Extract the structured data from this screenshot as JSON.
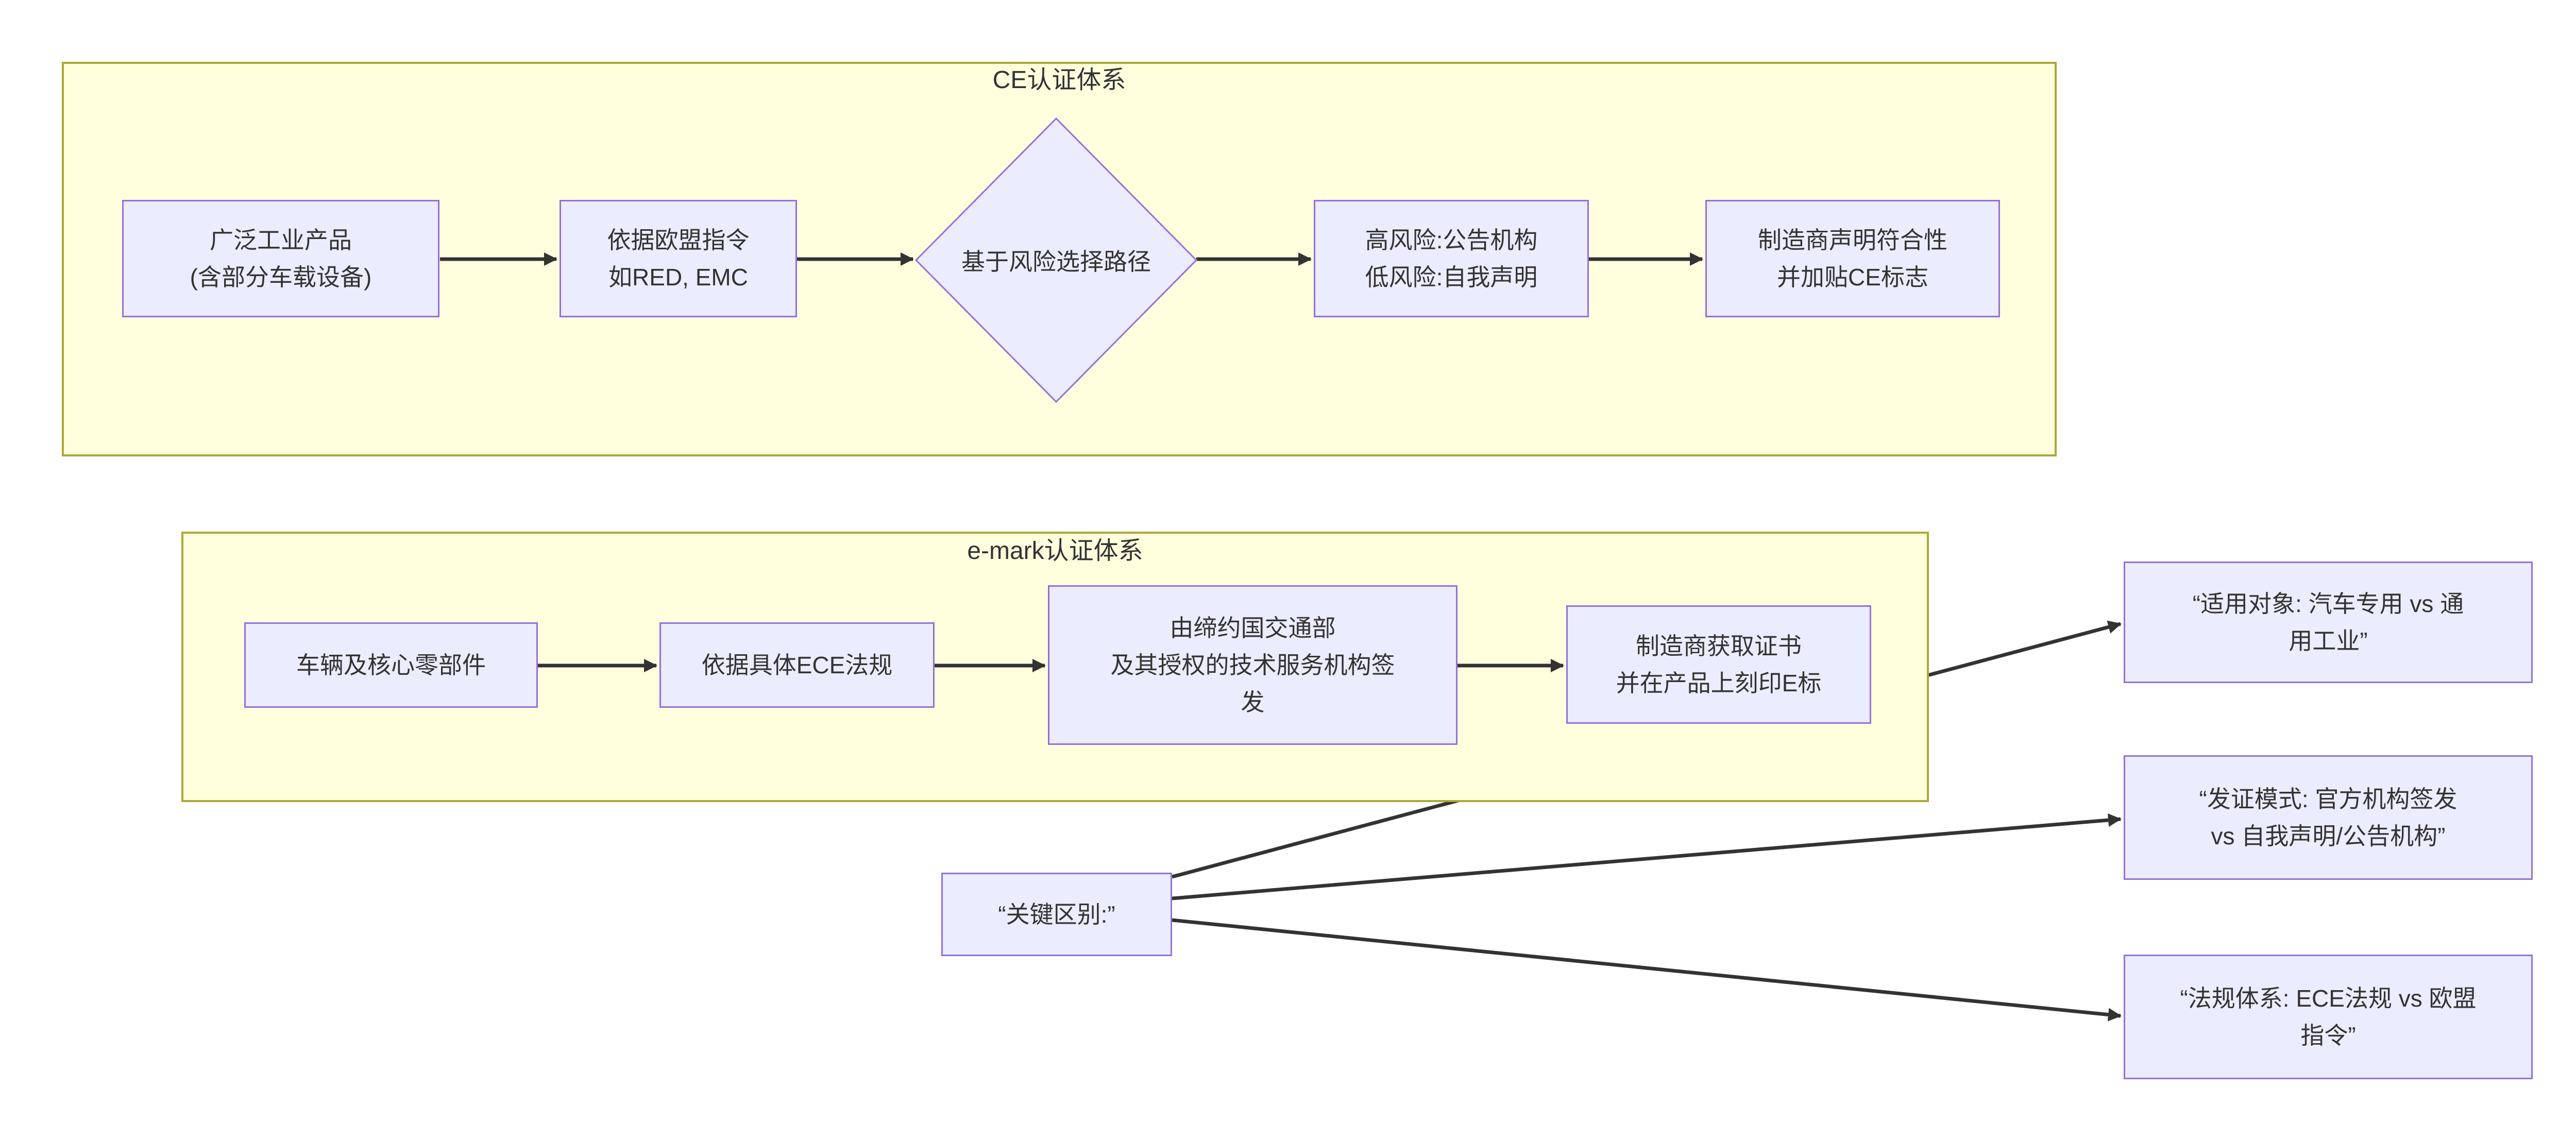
{
  "diagram": {
    "clusters": {
      "ce": {
        "title": "CE认证体系"
      },
      "emark": {
        "title": "e-mark认证体系"
      }
    },
    "nodes": {
      "broad_industrial": {
        "lines": [
          "广泛工业产品",
          "(含部分车载设备)"
        ]
      },
      "eu_directives": {
        "lines": [
          "依据欧盟指令",
          "如RED, EMC"
        ]
      },
      "risk_decision": {
        "lines": [
          "基于风险选择路径"
        ]
      },
      "high_low_risk": {
        "lines": [
          "高风险:公告机构",
          "低风险:自我声明"
        ]
      },
      "ce_marking": {
        "lines": [
          "制造商声明符合性",
          "并加贴CE标志"
        ]
      },
      "vehicle_parts": {
        "lines": [
          "车辆及核心零部件"
        ]
      },
      "ece_regulation": {
        "lines": [
          "依据具体ECE法规"
        ]
      },
      "issuing_authority": {
        "lines": [
          "由缔约国交通部",
          "及其授权的技术服务机构签",
          "发"
        ]
      },
      "certificate_emark": {
        "lines": [
          "制造商获取证书",
          "并在产品上刻印E标"
        ]
      },
      "key_differences": {
        "lines": [
          "“关键区别:”"
        ]
      },
      "diff_scope": {
        "lines": [
          "“适用对象: 汽车专用 vs 通",
          "用工业”"
        ]
      },
      "diff_issuing_mode": {
        "lines": [
          "“发证模式: 官方机构签发",
          "vs 自我声明/公告机构”"
        ]
      },
      "diff_regulation_system": {
        "lines": [
          "“法规体系: ECE法规 vs 欧盟",
          "指令”"
        ]
      }
    },
    "colors": {
      "node_fill": "#ECECFF",
      "node_border": "#9370DB",
      "cluster_fill": "#FFFFDE",
      "cluster_border": "#AAAA33",
      "edge": "#333333",
      "text": "#333333"
    }
  }
}
